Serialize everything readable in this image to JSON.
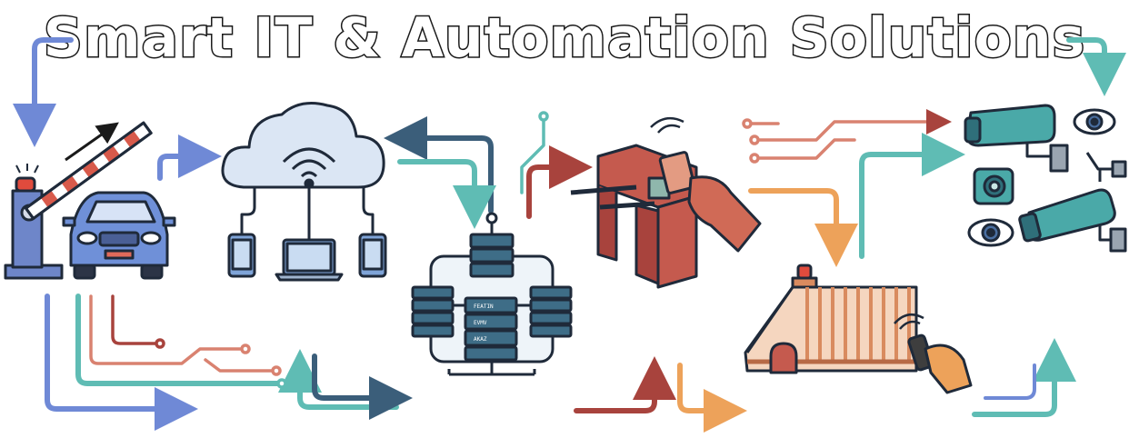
{
  "header": {
    "title": "Smart IT & Automation Solutions"
  },
  "colors": {
    "blue": "#6f89d6",
    "teal": "#5fbcb4",
    "navy": "#3b5e7a",
    "red": "#a8433d",
    "salmon": "#d98270",
    "orange": "#eda25a",
    "steel": "#3e6d87",
    "cctv_teal": "#4aa9a8",
    "barrier_blue": "#6e86c9",
    "car_blue": "#6f90d8",
    "gate_brown": "#d98b5f",
    "turnstile_red": "#c55a4e",
    "cloud_blue": "#dbe6f4"
  },
  "icons": [
    "car-barrier-icon",
    "cloud-network-icon",
    "server-rack-icon",
    "rfid-turnstile-icon",
    "remote-gate-icon",
    "cctv-surveillance-icon"
  ],
  "server_labels": [
    "FEATIN",
    "EVMV",
    "AKAZ"
  ]
}
